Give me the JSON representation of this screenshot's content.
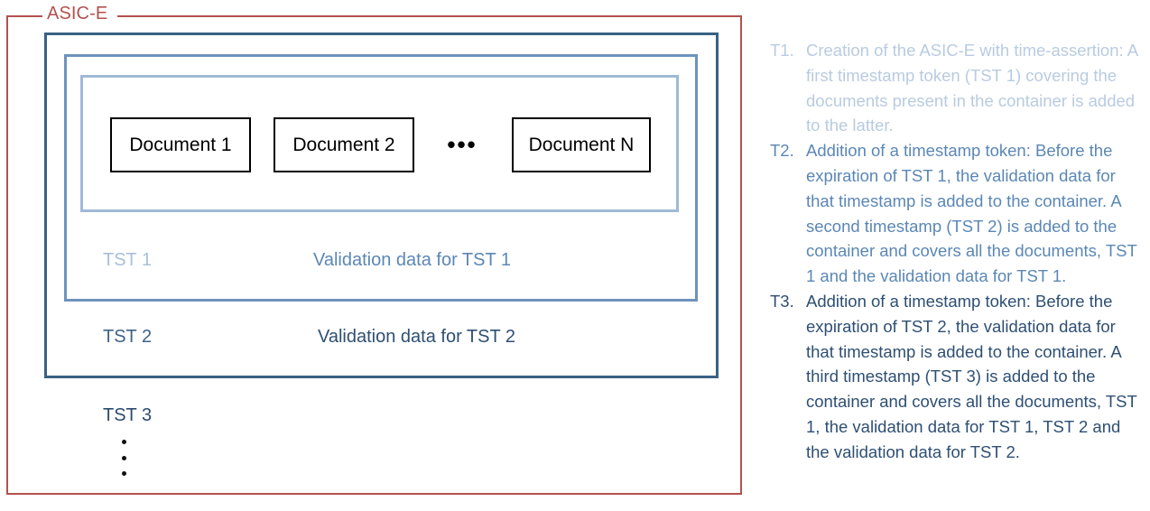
{
  "diagram": {
    "outer_container": {
      "label": "ASIC-E",
      "color": "#b1524f"
    },
    "boxes": [
      {
        "name": "tst2-scope",
        "color": "#3a6184"
      },
      {
        "name": "tst1-scope",
        "color": "#6d93bc"
      },
      {
        "name": "documents-scope",
        "color": "#9fbad6"
      }
    ],
    "documents": [
      {
        "label": "Document 1"
      },
      {
        "label": "Document 2"
      },
      {
        "label": "Document N"
      }
    ],
    "documents_ellipsis": "•••",
    "rows": [
      {
        "token": "TST 1",
        "token_color": "#a8c0da",
        "validation": "Validation data for TST 1",
        "validation_color": "#5b87b5"
      },
      {
        "token": "TST 2",
        "token_color": "#3f6288",
        "validation": "Validation data for TST 2",
        "validation_color": "#2e4f73"
      },
      {
        "token": "TST 3",
        "token_color": "#2b4a6d",
        "validation": "",
        "validation_color": ""
      }
    ],
    "continuation_marker": "vertical-ellipsis"
  },
  "steps": [
    {
      "number": "T1.",
      "text": "Creation of the ASIC-E with time-assertion: A first timestamp token (TST 1) covering the documents present in the container is added to the latter.",
      "color": "#b9cbe0"
    },
    {
      "number": "T2.",
      "text": "Addition of a timestamp token: Before the expiration of TST 1, the validation data for that timestamp is added to the container. A second timestamp (TST 2) is added to the container and covers all the documents, TST 1 and the validation data for TST 1.",
      "color": "#5b87b5"
    },
    {
      "number": "T3.",
      "text": "Addition of a timestamp token: Before the expiration of TST 2, the validation data for that timestamp is added to the container. A third timestamp (TST 3) is added to the container and covers all the documents, TST 1, the validation data for TST 1, TST 2 and the validation data for TST 2.",
      "color": "#2e4f73"
    }
  ]
}
